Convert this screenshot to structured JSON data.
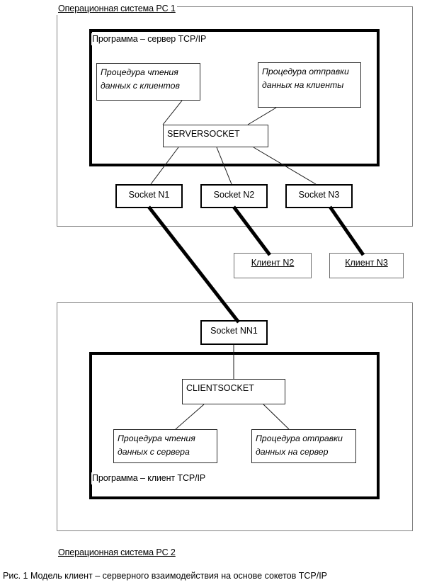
{
  "figure": {
    "caption": "Рис. 1 Модель клиент – серверного взаимодействия на основе сокетов TCP/IP"
  },
  "pc1": {
    "os_title": "Операционная система PC 1",
    "program_title": "Программа – сервер TCP/IP",
    "read_procedure": "Процедура чтения\nданных с клиентов",
    "send_procedure": "Процедура отправки\nданных на клиенты",
    "serversocket": "SERVERSOCKET",
    "sockets": [
      {
        "label": "Socket N1"
      },
      {
        "label": "Socket N2"
      },
      {
        "label": "Socket N3"
      }
    ]
  },
  "clients": [
    {
      "label": "Клиент N2"
    },
    {
      "label": "Клиент N3"
    }
  ],
  "pc2": {
    "os_title": "Операционная система PC 2",
    "program_title": "Программа – клиент TCP/IP",
    "socket": "Socket NN1",
    "clientsocket": "CLIENTSOCKET",
    "read_procedure": "Процедура чтения\nданных с сервера",
    "send_procedure": "Процедура отправки\nданных  на сервер"
  },
  "colors": {
    "line": "#000000",
    "outer_border": "#808080",
    "background": "#ffffff"
  }
}
